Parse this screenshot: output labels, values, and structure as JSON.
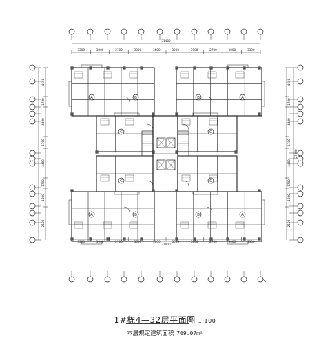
{
  "drawing": {
    "title": "1#栋4—32层平面图",
    "scale": "1:100",
    "area_label": "本层规定建筑面积",
    "area_value": "709.07m²",
    "top_dims": [
      "3300",
      "3000",
      "2700",
      "3000",
      "3600",
      "3000",
      "3000",
      "2700",
      "3000",
      "3300"
    ],
    "bottom_dims": [
      "3300",
      "3000",
      "2700",
      "3000",
      "3600",
      "3000",
      "3000",
      "2700",
      "3000",
      "3300"
    ],
    "overall_width": "31400",
    "left_dims": [
      "4650",
      "1700",
      "4400",
      "1700",
      "4400",
      "1700",
      "1800",
      "2100"
    ],
    "right_dims": [
      "4650",
      "1700",
      "4400",
      "1700",
      "4400",
      "1700",
      "1800",
      "2100"
    ],
    "overall_height": "27300",
    "unit_tags": [
      "A",
      "B",
      "B",
      "A",
      "C",
      "C",
      "C",
      "C",
      "A",
      "B",
      "B",
      "A"
    ],
    "colors": {
      "line": "#222222",
      "hatch": "#555555",
      "grid": "#333333"
    }
  }
}
